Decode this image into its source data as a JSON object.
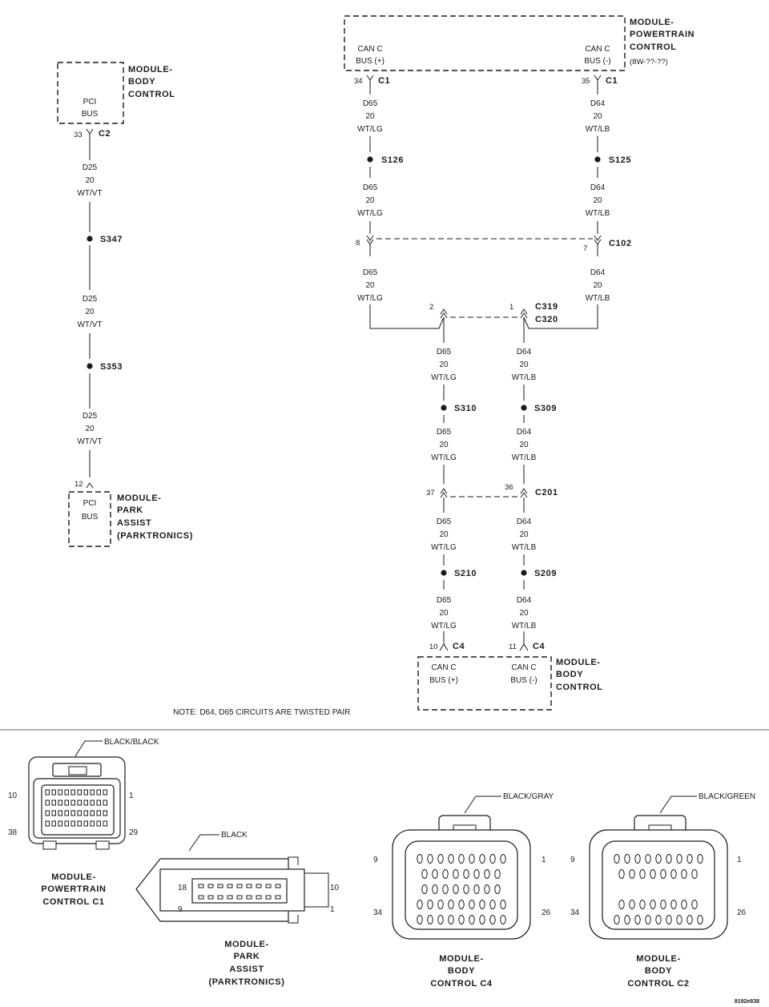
{
  "modules": {
    "bcm_top": [
      "MODULE-",
      "BODY",
      "CONTROL"
    ],
    "pcm_top": [
      "MODULE-",
      "POWERTRAIN",
      "CONTROL"
    ],
    "pcm_code": "(8W-??-??)",
    "park_assist": [
      "MODULE-",
      "PARK",
      "ASSIST",
      "(PARKTRONICS)"
    ],
    "bcm_bottom": [
      "MODULE-",
      "BODY",
      "CONTROL"
    ]
  },
  "ports": {
    "pci": [
      "PCI",
      "BUS"
    ],
    "can_plus": [
      "CAN C",
      "BUS (+)"
    ],
    "can_minus": [
      "CAN C",
      "BUS (-)"
    ]
  },
  "connectors": {
    "c1": "C1",
    "c2": "C2",
    "c4": "C4",
    "c102": "C102",
    "c319": "C319",
    "c320": "C320",
    "c201": "C201"
  },
  "pins": {
    "p33": "33",
    "p12": "12",
    "p34": "34",
    "p35": "35",
    "p8": "8",
    "p7": "7",
    "p2": "2",
    "p1": "1",
    "p37": "37",
    "p36": "36",
    "p10": "10",
    "p11": "11"
  },
  "splices": {
    "s347": "S347",
    "s353": "S353",
    "s126": "S126",
    "s125": "S125",
    "s310": "S310",
    "s309": "S309",
    "s210": "S210",
    "s209": "S209"
  },
  "wires": {
    "d25": [
      "D25",
      "20",
      "WT/VT"
    ],
    "d65": [
      "D65",
      "20",
      "WT/LG"
    ],
    "d64": [
      "D64",
      "20",
      "WT/LB"
    ]
  },
  "note": "NOTE:   D64, D65     CIRCUITS ARE TWISTED PAIR",
  "connector_views": {
    "pcm_c1": {
      "color": "BLACK/BLACK",
      "pins": {
        "tl": "10",
        "tr": "1",
        "bl": "38",
        "br": "29"
      },
      "title": [
        "MODULE-",
        "POWERTRAIN",
        "CONTROL C1"
      ]
    },
    "park_assist": {
      "color": "BLACK",
      "pins": {
        "tl": "18",
        "bl": "9",
        "tr": "10",
        "br": "1"
      },
      "title": [
        "MODULE-",
        "PARK",
        "ASSIST",
        "(PARKTRONICS)"
      ]
    },
    "bcm_c4": {
      "color": "BLACK/GRAY",
      "pins": {
        "tl": "9",
        "tr": "1",
        "bl": "34",
        "br": "26"
      },
      "title": [
        "MODULE-",
        "BODY",
        "CONTROL C4"
      ]
    },
    "bcm_c2": {
      "color": "BLACK/GREEN",
      "pins": {
        "tl": "9",
        "tr": "1",
        "bl": "34",
        "br": "26"
      },
      "title": [
        "MODULE-",
        "BODY",
        "CONTROL C2"
      ]
    }
  },
  "figure_id": "8192e838"
}
